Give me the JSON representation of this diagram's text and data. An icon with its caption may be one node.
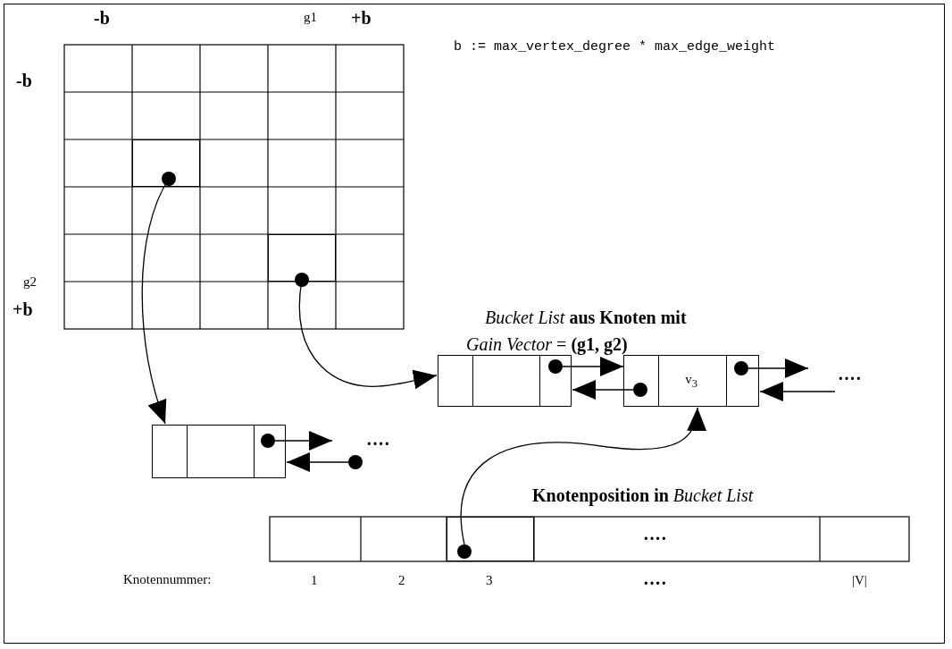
{
  "diagram": {
    "nodes": [
      {
        "text": [],
        "shape": "box"
      },
      {
        "text": [],
        "shape": "box"
      },
      {
        "text": [],
        "shape": "box"
      },
      {
        "text": [],
        "shape": "box"
      },
      {
        "text": [
          "v$_{3}$"
        ]
      },
      {
        "text": [],
        "shape": "box"
      }
    ],
    "edges": [
      {
        "from": 0,
        "to": 2,
        "arrow": "to"
      },
      {
        "from": 1,
        "to": 3,
        "arrow": "to"
      },
      {
        "from": 3,
        "to": 4,
        "arrow": "to"
      },
      {
        "from": 4,
        "to": 3,
        "arrow": "to"
      },
      {
        "from": 4,
        "to": null,
        "arrow": "to"
      },
      {
        "from": null,
        "to": 4,
        "arrow": "to"
      },
      {
        "from": 2,
        "to": null,
        "arrow": "to"
      },
      {
        "from": null,
        "to": 2,
        "arrow": "to"
      },
      {
        "from": 5,
        "to": 4,
        "arrow": "to"
      }
    ],
    "labels": [
      "-b",
      "g1",
      "+b",
      "b := max_vertex_degree * max_edge_weight",
      "-b",
      "g2",
      "+b",
      "*Bucket List* **aus Knoten mit**",
      "*Gain Vector* = **(g1, g2)**",
      "····",
      "····",
      "**Knotenposition in** *Bucket List*",
      "····",
      "Knotennummer:",
      "1",
      "2",
      "3",
      "····",
      "|V|"
    ]
  }
}
